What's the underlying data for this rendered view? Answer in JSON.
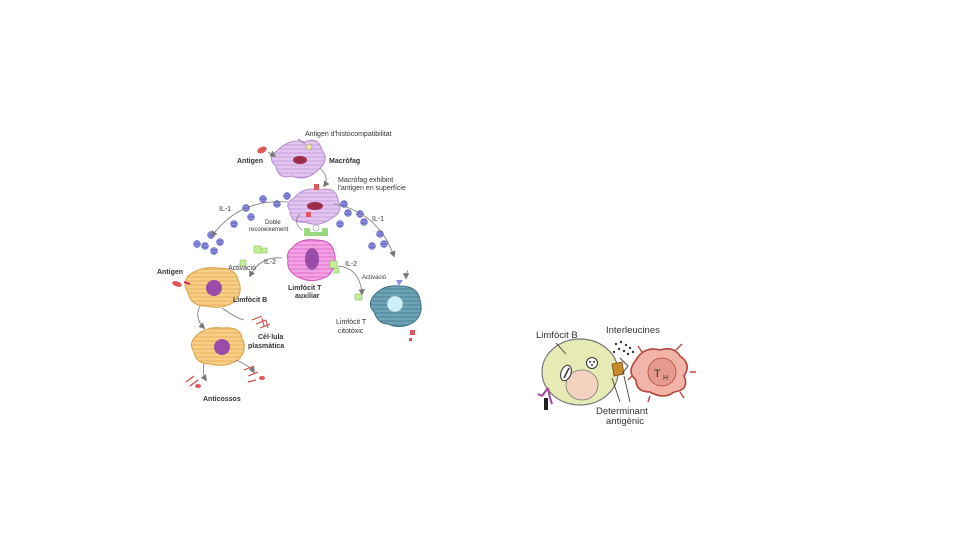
{
  "diagram_left": {
    "antigen_histo": "Antigen d'histocompatibilitat",
    "antigen_top": "Antigen",
    "macrofag": "Macròfag",
    "macrofag_exhibint_1": "Macròfag exhibint",
    "macrofag_exhibint_2": "l'antigen en superfície",
    "il1_left": "IL-1",
    "il1_right": "IL-1",
    "doble_1": "Doble",
    "doble_2": "reconeixement",
    "il2_left": "IL-2",
    "il2_right": "IL-2",
    "activacio_left": "Activació",
    "activacio_right": "Activació",
    "antigen_left": "Antigen",
    "limfocit_b": "Limfòcit B",
    "limfocit_t_aux_1": "Limfòcit T",
    "limfocit_t_aux_2": "auxiliar",
    "limfocit_t_cit_1": "Limfòcit T",
    "limfocit_t_cit_2": "citotòxic",
    "cellula_1": "Cèl·lula",
    "cellula_2": "plasmàtica",
    "anticossos": "Anticossos"
  },
  "diagram_right": {
    "limfocit_b": "Limfòcit B",
    "interleucines": "Interleucines",
    "th": "T",
    "th_sub": "H",
    "determinant_1": "Determinant",
    "determinant_2": "antigènic"
  }
}
